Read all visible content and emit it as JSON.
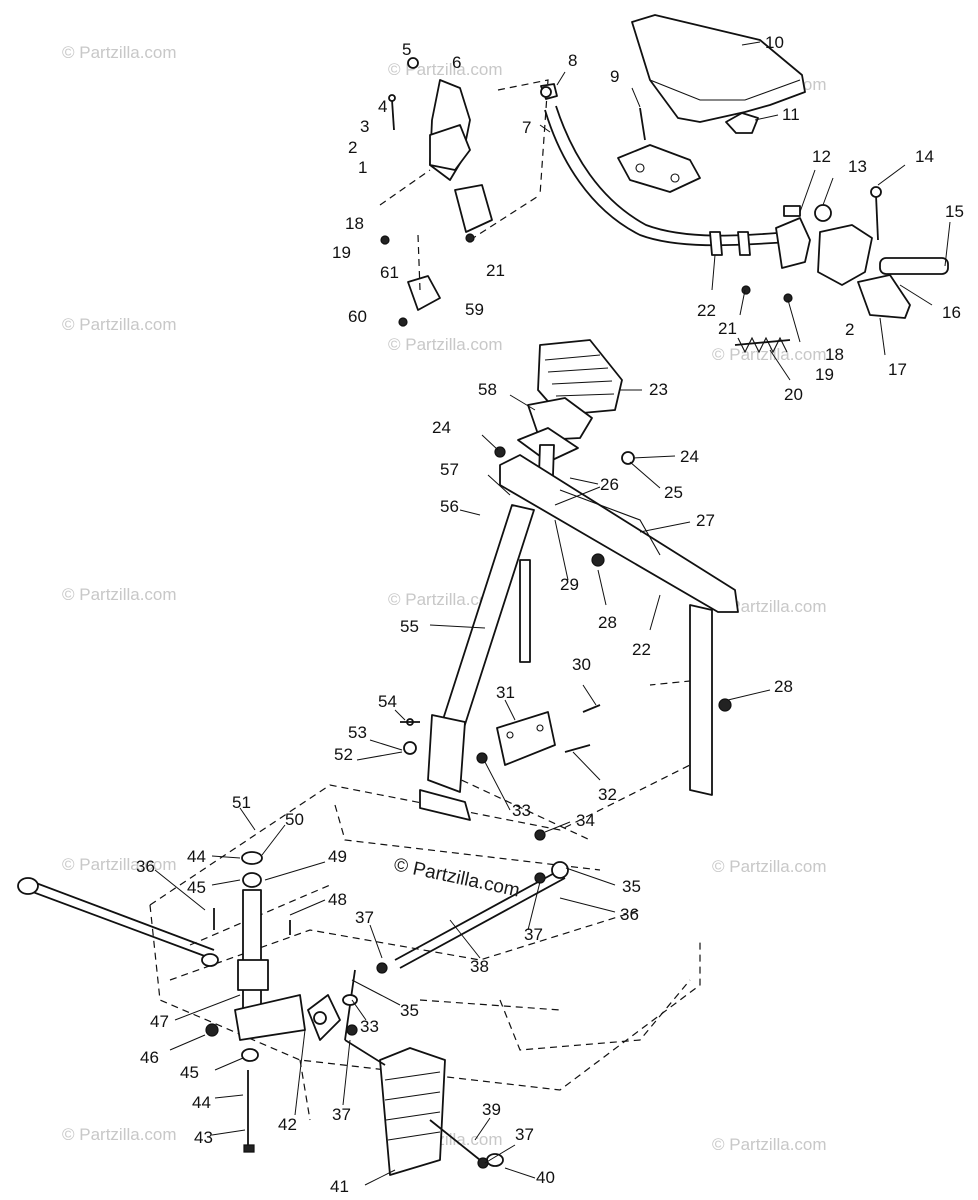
{
  "watermark": "© Partzilla.com",
  "diagram_watermark": "© Partzilla.com",
  "callouts": {
    "c1": "1",
    "c2a": "2",
    "c2b": "2",
    "c3": "3",
    "c4": "4",
    "c5": "5",
    "c6": "6",
    "c7": "7",
    "c8": "8",
    "c9": "9",
    "c10": "10",
    "c11": "11",
    "c12": "12",
    "c13": "13",
    "c14": "14",
    "c15": "15",
    "c16": "16",
    "c17": "17",
    "c18a": "18",
    "c18b": "18",
    "c19a": "19",
    "c19b": "19",
    "c20": "20",
    "c21a": "21",
    "c21b": "21",
    "c22a": "22",
    "c22b": "22",
    "c23": "23",
    "c24a": "24",
    "c24b": "24",
    "c25": "25",
    "c26": "26",
    "c27": "27",
    "c28a": "28",
    "c28b": "28",
    "c29": "29",
    "c30": "30",
    "c31": "31",
    "c32": "32",
    "c33a": "33",
    "c33b": "33",
    "c34": "34",
    "c35a": "35",
    "c35b": "35",
    "c36a": "36",
    "c36b": "36",
    "c37a": "37",
    "c37b": "37",
    "c37c": "37",
    "c37d": "37",
    "c38": "38",
    "c39": "39",
    "c40": "40",
    "c41": "41",
    "c42": "42",
    "c43": "43",
    "c44a": "44",
    "c44b": "44",
    "c45a": "45",
    "c45b": "45",
    "c46": "46",
    "c47": "47",
    "c48": "48",
    "c49": "49",
    "c50": "50",
    "c51": "51",
    "c52": "52",
    "c53": "53",
    "c54": "54",
    "c55": "55",
    "c56": "56",
    "c57": "57",
    "c58": "58",
    "c59": "59",
    "c60": "60",
    "c61": "61"
  }
}
